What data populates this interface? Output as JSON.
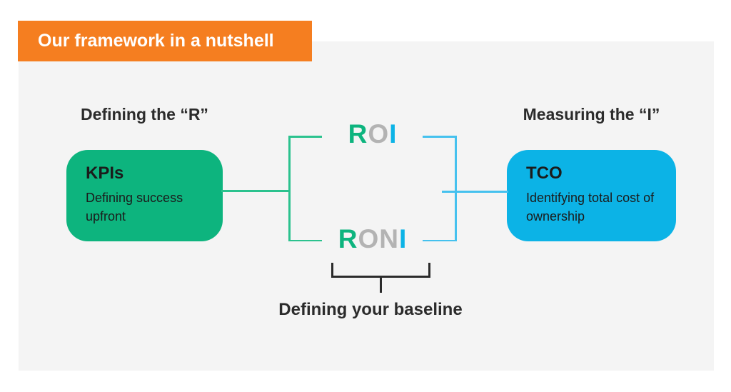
{
  "banner": {
    "label": "Our framework in a nutshell"
  },
  "left_section": {
    "heading": "Defining the “R”",
    "card": {
      "title": "KPIs",
      "description": "Defining success upfront"
    }
  },
  "right_section": {
    "heading": "Measuring the “I”",
    "card": {
      "title": "TCO",
      "description": "Identifying total cost of ownership"
    }
  },
  "center": {
    "roi": {
      "r": "R",
      "o": "O",
      "i": "I"
    },
    "roni": {
      "r": "R",
      "on": "ON",
      "i": "I"
    },
    "baseline_label": "Defining your baseline"
  },
  "colors": {
    "orange": "#F57E20",
    "green": "#0DB47E",
    "green-line": "#2BC28E",
    "blue": "#0CB3E6",
    "blue-line": "#45C1EE",
    "gray-letter": "#B3B3B3",
    "dark": "#2B2B2B",
    "panel": "#F4F4F4"
  }
}
